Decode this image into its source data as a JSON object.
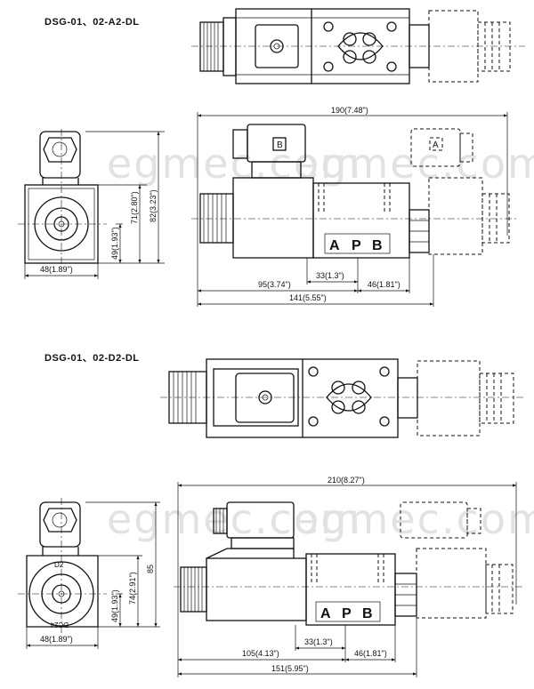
{
  "titles": {
    "a2": "DSG-01、02-A2-DL",
    "d2": "DSG-01、02-D2-DL"
  },
  "watermark": "egmec.com",
  "a2": {
    "overall_width": "190(7.48\")",
    "side_width": "48(1.89\")",
    "side_h1": "49(1.93\")",
    "side_h2": "71(2.80\")",
    "side_h3": "82(3.23\")",
    "d33": "33(1.3\")",
    "d95": "95(3.74\")",
    "d46": "46(1.81\")",
    "d141": "141(5.55\")",
    "label_b": "B",
    "label_a": "A"
  },
  "d2": {
    "overall_width": "210(8.27\")",
    "side_width": "48(1.89\")",
    "side_h1": "49(1.93\")",
    "side_h2": "74(2.91\")",
    "side_h3": "85",
    "d33": "33(1.3\")",
    "d105": "105(4.13\")",
    "d46": "46(1.81\")",
    "d151": "151(5.95\")",
    "coil_top": "D2",
    "coil_bottom": "DC24"
  },
  "ports": {
    "a": "A",
    "p": "P",
    "b": "B"
  }
}
